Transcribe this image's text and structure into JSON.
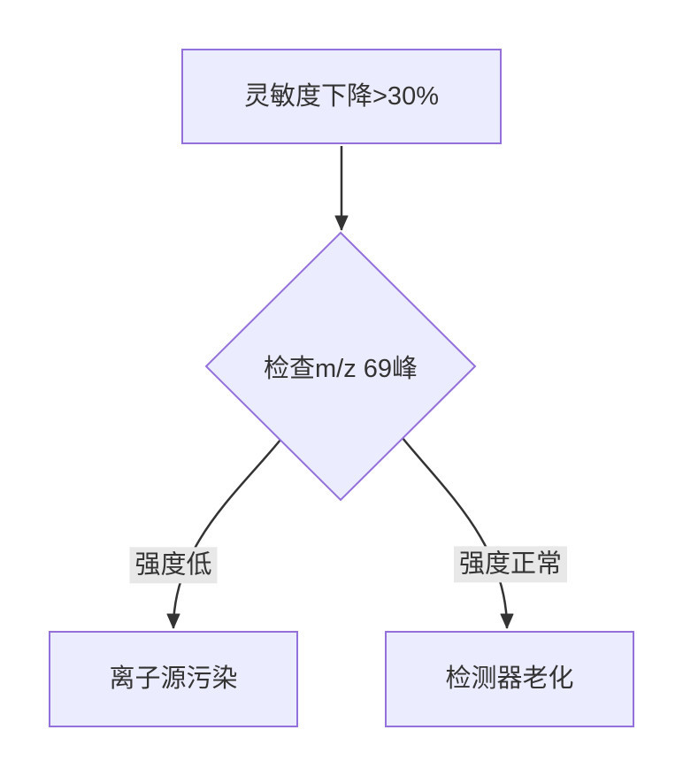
{
  "diagram": {
    "type": "flowchart",
    "direction": "top-down",
    "nodes": [
      {
        "id": "start",
        "shape": "rect",
        "label": "灵敏度下降>30%"
      },
      {
        "id": "decision",
        "shape": "diamond",
        "label": "检查m/z 69峰"
      },
      {
        "id": "outcome-left",
        "shape": "rect",
        "label": "离子源污染"
      },
      {
        "id": "outcome-right",
        "shape": "rect",
        "label": "检测器老化"
      }
    ],
    "edges": [
      {
        "from": "start",
        "to": "decision",
        "label": ""
      },
      {
        "from": "decision",
        "to": "outcome-left",
        "label": "强度低"
      },
      {
        "from": "decision",
        "to": "outcome-right",
        "label": "强度正常"
      }
    ],
    "colors": {
      "node_fill": "#ECECFF",
      "node_border": "#9370DB",
      "edge_stroke": "#333333",
      "edge_label_bg": "#e8e8e8",
      "text": "#333333",
      "background": "#ffffff"
    }
  }
}
